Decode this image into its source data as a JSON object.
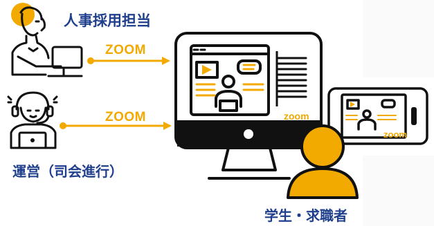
{
  "labels": {
    "hr": "人事採用担当",
    "operations": "運営（司会進行）",
    "students": "学生・求職者"
  },
  "connections": [
    {
      "label": "ZOOM"
    },
    {
      "label": "ZOOM"
    }
  ],
  "screen_brand": {
    "monitor": "zoom",
    "tablet": "zoom"
  },
  "colors": {
    "accent": "#f2a900",
    "label_text": "#1f3f8c",
    "outline": "#111111"
  },
  "icons": [
    "hr-person-laptop-icon",
    "operator-headset-icon",
    "desktop-monitor-icon",
    "tablet-icon",
    "student-silhouette-icon"
  ]
}
